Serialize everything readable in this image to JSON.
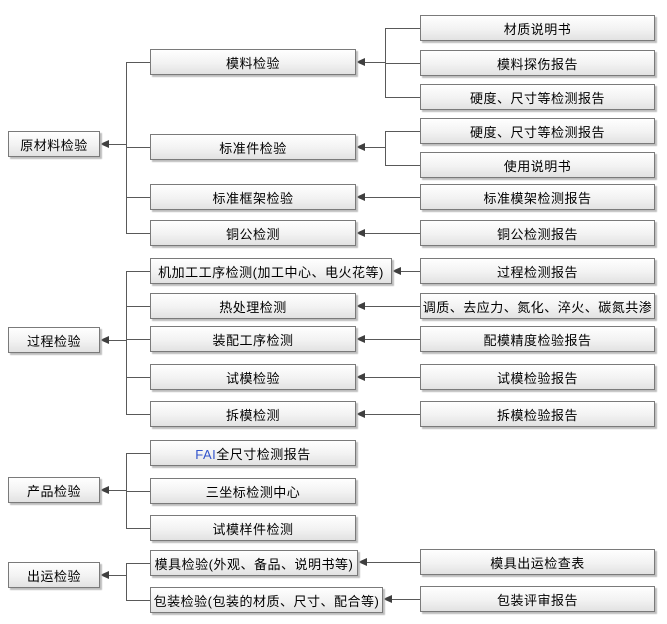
{
  "diagram": {
    "background": "#ffffff",
    "line_color": "#595959",
    "arrow_color": "#3f3f3f",
    "box_border_color": "#7a7a7a",
    "box_fill_top": "#ffffff",
    "box_fill_bottom": "#e2e2e2",
    "text_color": "#000000",
    "accent_color": "#3355cc",
    "nodes": [
      {
        "key": "L1",
        "name": "raw-material-inspection",
        "column": "left",
        "label": "原材料检验"
      },
      {
        "key": "L2",
        "name": "process-inspection",
        "column": "left",
        "label": "过程检验"
      },
      {
        "key": "L3",
        "name": "product-inspection",
        "column": "left",
        "label": "产品检验"
      },
      {
        "key": "L4",
        "name": "shipment-inspection",
        "column": "left",
        "label": "出运检验"
      },
      {
        "key": "M1",
        "name": "mold-material-inspection",
        "column": "middle",
        "label": "模料检验"
      },
      {
        "key": "M2",
        "name": "standard-parts-inspection",
        "column": "middle",
        "label": "标准件检验"
      },
      {
        "key": "M3",
        "name": "standard-frame-inspection",
        "column": "middle",
        "label": "标准框架检验"
      },
      {
        "key": "M4",
        "name": "copper-electrode-inspection",
        "column": "middle",
        "label": "铜公检测"
      },
      {
        "key": "M5",
        "name": "machining-process-inspection",
        "column": "middle",
        "label": "机加工工序检测(加工中心、电火花等)"
      },
      {
        "key": "M6",
        "name": "heat-treatment-inspection",
        "column": "middle",
        "label": "热处理检测"
      },
      {
        "key": "M7",
        "name": "assembly-process-inspection",
        "column": "middle",
        "label": "装配工序检测"
      },
      {
        "key": "M8",
        "name": "mold-trial-inspection",
        "column": "middle",
        "label": "试模检验"
      },
      {
        "key": "M9",
        "name": "mold-disassembly-inspection",
        "column": "middle",
        "label": "拆模检测"
      },
      {
        "key": "M10",
        "name": "fai-full-dimension-report",
        "column": "middle",
        "label": "FAI全尺寸检测报告",
        "prefix": "FAI"
      },
      {
        "key": "M11",
        "name": "cmm-inspection-center",
        "column": "middle",
        "label": "三坐标检测中心"
      },
      {
        "key": "M12",
        "name": "trial-sample-inspection",
        "column": "middle",
        "label": "试模样件检测"
      },
      {
        "key": "M13",
        "name": "mold-final-inspection",
        "column": "middle",
        "label": "模具检验(外观、备品、说明书等)"
      },
      {
        "key": "M14",
        "name": "packing-inspection",
        "column": "middle",
        "label": "包装检验(包装的材质、尺寸、配合等)"
      },
      {
        "key": "R1",
        "name": "material-specification-doc",
        "column": "right",
        "label": "材质说明书"
      },
      {
        "key": "R2",
        "name": "mold-material-flaw-report",
        "column": "right",
        "label": "模料探伤报告"
      },
      {
        "key": "R3",
        "name": "hardness-dimension-report-1",
        "column": "right",
        "label": "硬度、尺寸等检测报告"
      },
      {
        "key": "R4",
        "name": "hardness-dimension-report-2",
        "column": "right",
        "label": "硬度、尺寸等检测报告"
      },
      {
        "key": "R5",
        "name": "user-manual",
        "column": "right",
        "label": "使用说明书"
      },
      {
        "key": "R6",
        "name": "standard-mold-base-report",
        "column": "right",
        "label": "标准模架检测报告"
      },
      {
        "key": "R7",
        "name": "copper-electrode-report",
        "column": "right",
        "label": "铜公检测报告"
      },
      {
        "key": "R8",
        "name": "process-test-report",
        "column": "right",
        "label": "过程检测报告"
      },
      {
        "key": "R9",
        "name": "heat-treatment-methods",
        "column": "right",
        "label": "调质、去应力、氮化、淬火、碳氮共渗"
      },
      {
        "key": "R10",
        "name": "mold-fitting-precision-report",
        "column": "right",
        "label": "配模精度检验报告"
      },
      {
        "key": "R11",
        "name": "mold-trial-report",
        "column": "right",
        "label": "试模检验报告"
      },
      {
        "key": "R12",
        "name": "mold-disassembly-report",
        "column": "right",
        "label": "拆模检验报告"
      },
      {
        "key": "R13",
        "name": "mold-shipment-checklist",
        "column": "right",
        "label": "模具出运检查表"
      },
      {
        "key": "R14",
        "name": "packing-review-report",
        "column": "right",
        "label": "包装评审报告"
      }
    ],
    "edges": [
      {
        "from": "M1",
        "to": "L1"
      },
      {
        "from": "M2",
        "to": "L1"
      },
      {
        "from": "M3",
        "to": "L1"
      },
      {
        "from": "M4",
        "to": "L1"
      },
      {
        "from": "M5",
        "to": "L2"
      },
      {
        "from": "M6",
        "to": "L2"
      },
      {
        "from": "M7",
        "to": "L2"
      },
      {
        "from": "M8",
        "to": "L2"
      },
      {
        "from": "M9",
        "to": "L2"
      },
      {
        "from": "M10",
        "to": "L3"
      },
      {
        "from": "M11",
        "to": "L3"
      },
      {
        "from": "M12",
        "to": "L3"
      },
      {
        "from": "M13",
        "to": "L4"
      },
      {
        "from": "M14",
        "to": "L4"
      },
      {
        "from": "R1",
        "to": "M1"
      },
      {
        "from": "R2",
        "to": "M1"
      },
      {
        "from": "R3",
        "to": "M1"
      },
      {
        "from": "R4",
        "to": "M2"
      },
      {
        "from": "R5",
        "to": "M2"
      },
      {
        "from": "R6",
        "to": "M3"
      },
      {
        "from": "R7",
        "to": "M4"
      },
      {
        "from": "R8",
        "to": "M5"
      },
      {
        "from": "R9",
        "to": "M6"
      },
      {
        "from": "R10",
        "to": "M7"
      },
      {
        "from": "R11",
        "to": "M8"
      },
      {
        "from": "R12",
        "to": "M9"
      },
      {
        "from": "R13",
        "to": "M13"
      },
      {
        "from": "R14",
        "to": "M14"
      }
    ]
  }
}
